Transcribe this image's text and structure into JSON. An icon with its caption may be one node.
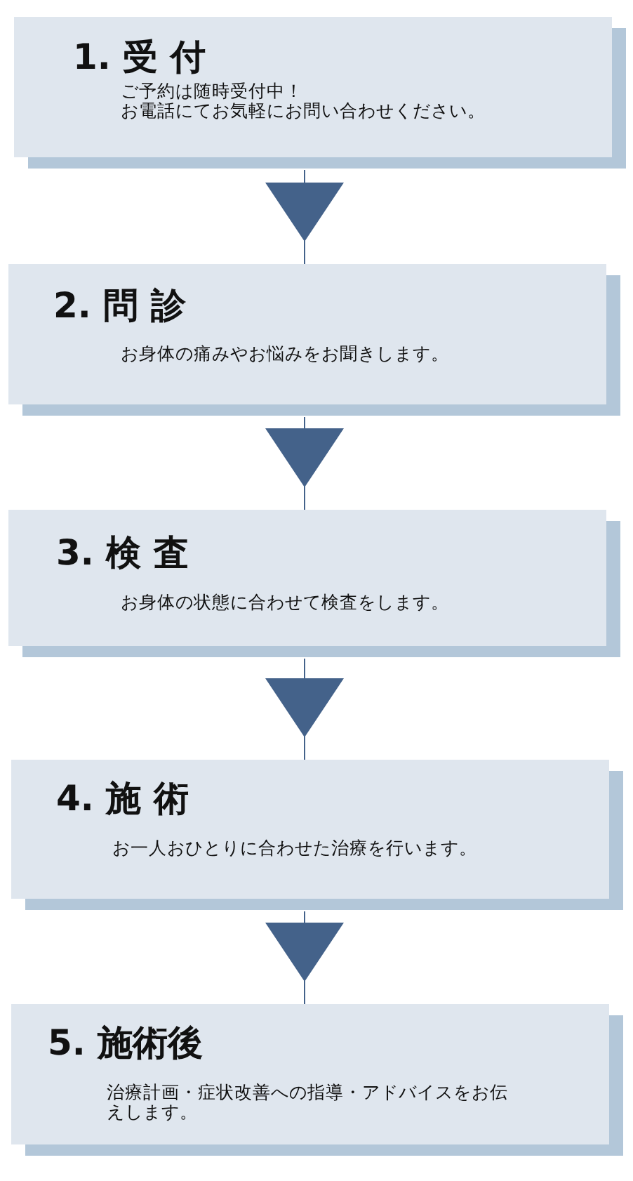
{
  "diagram": {
    "nodes": [
      {
        "text": [
          "1. 受 付",
          "ご予約は随時受付中！",
          "お電話にてお気軽にお問い合わせください。"
        ]
      },
      {
        "text": [
          "2. 問 診",
          "お身体の痛みやお悩みをお聞きします。"
        ]
      },
      {
        "text": [
          "3. 検 査",
          "お身体の状態に合わせて検査をします。"
        ]
      },
      {
        "text": [
          "4. 施 術",
          "お一人おひとりに合わせた治療を行います。"
        ]
      },
      {
        "text": [
          "5. 施術後",
          "治療計画・症状改善への指導・アドバイスをお伝えします。"
        ]
      }
    ],
    "edges": [
      {
        "from": 0,
        "to": 1,
        "arrow": "to"
      },
      {
        "from": 1,
        "to": 2,
        "arrow": "to"
      },
      {
        "from": 2,
        "to": 3,
        "arrow": "to"
      },
      {
        "from": 3,
        "to": 4,
        "arrow": "to"
      }
    ]
  }
}
